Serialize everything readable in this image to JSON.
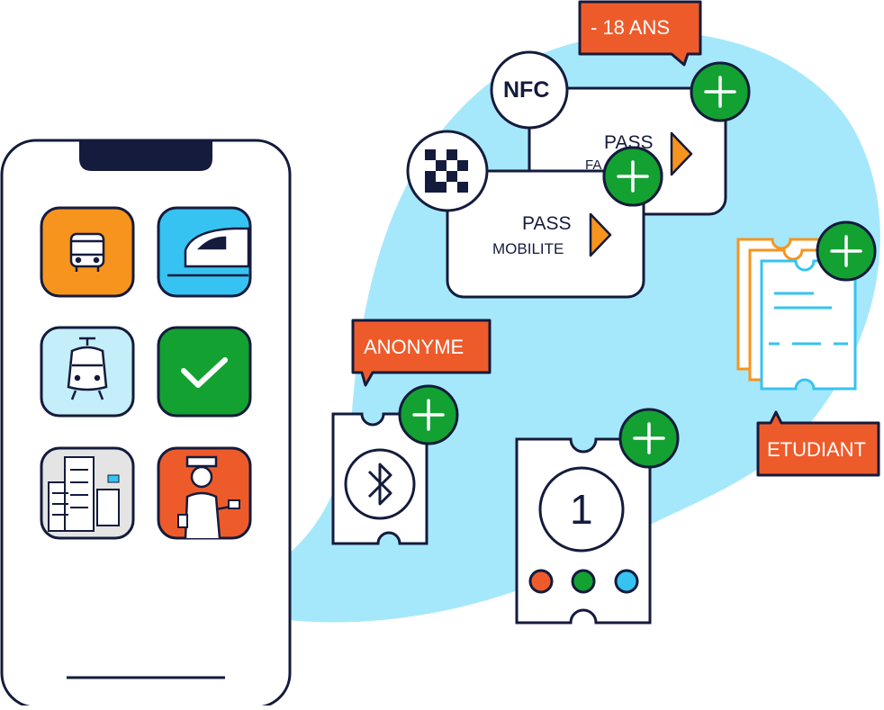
{
  "tags": {
    "age": "- 18 ANS",
    "anonymous": "ANONYME",
    "student": "ETUDIANT"
  },
  "badges": {
    "nfc": "NFC"
  },
  "cards": {
    "back": {
      "line1": "PASS",
      "line2": "FA"
    },
    "front": {
      "line1": "PASS",
      "line2": "MOBILITE"
    }
  },
  "ticket_counter": "1",
  "icons": {
    "apps": [
      "bus-icon",
      "high-speed-train-icon",
      "tram-icon",
      "check-icon",
      "city-icon",
      "ticket-inspector-icon"
    ],
    "other": [
      "bluetooth-icon",
      "qr-code-icon",
      "add-icon"
    ]
  },
  "colors": {
    "navy": "#141b3c",
    "orange_tag": "#ee5b2b",
    "green": "#13a132",
    "light_blue": "#a6e8fb",
    "app_orange": "#f7941d",
    "app_sky": "#36c3f1",
    "app_tram_bg": "#c4eef9",
    "app_grey": "#e4e4e4",
    "dot_red": "#ee5b2b",
    "dot_green": "#13a132",
    "dot_blue": "#36c3f1"
  }
}
